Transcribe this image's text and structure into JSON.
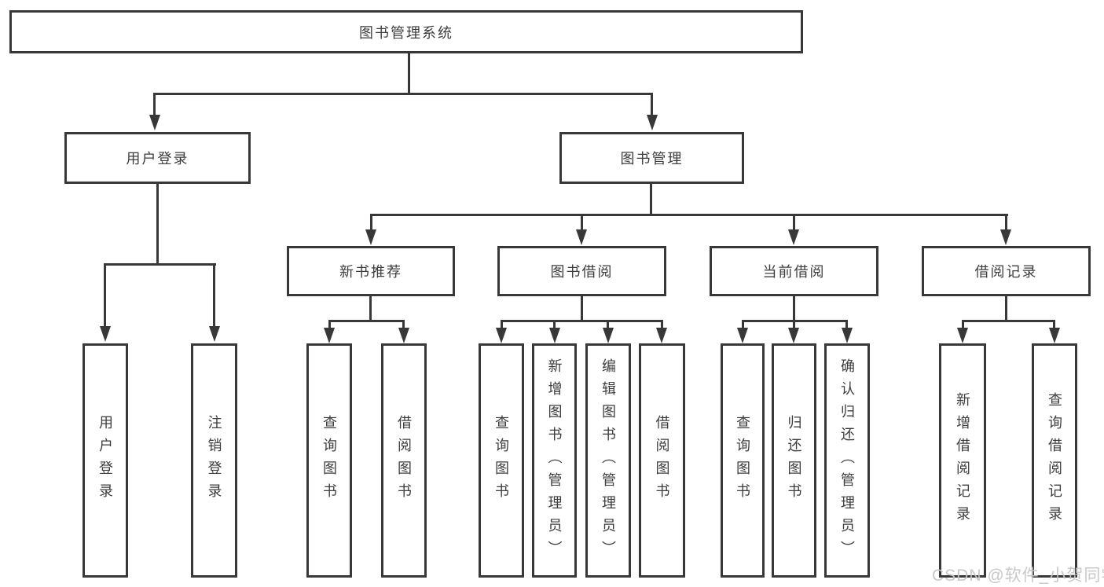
{
  "diagram": {
    "root": {
      "label": "图书管理系统"
    },
    "level2": {
      "user_login": "用户登录",
      "book_management": "图书管理"
    },
    "level3": {
      "new_book_recommend": "新书推荐",
      "book_borrow": "图书借阅",
      "current_borrow": "当前借阅",
      "borrow_records": "借阅记录"
    },
    "leaves": {
      "user_login": [
        "用户登录",
        "注销登录"
      ],
      "new_book_recommend": [
        "查询图书",
        "借阅图书"
      ],
      "book_borrow": [
        "查询图书",
        "新增图书（管理员）",
        "编辑图书（管理员）",
        "借阅图书"
      ],
      "current_borrow": [
        "查询图书",
        "归还图书",
        "确认归还（管理员）"
      ],
      "borrow_records": [
        "新增借阅记录",
        "查询借阅记录"
      ]
    },
    "colors": {
      "line": "#383838",
      "text": "#3d3d3d",
      "node_background": "#ffffff",
      "page_background": "#ffffff",
      "watermark": "#c6c6c6"
    }
  },
  "watermark": {
    "text": "CSDN @软件_小贺同学"
  }
}
